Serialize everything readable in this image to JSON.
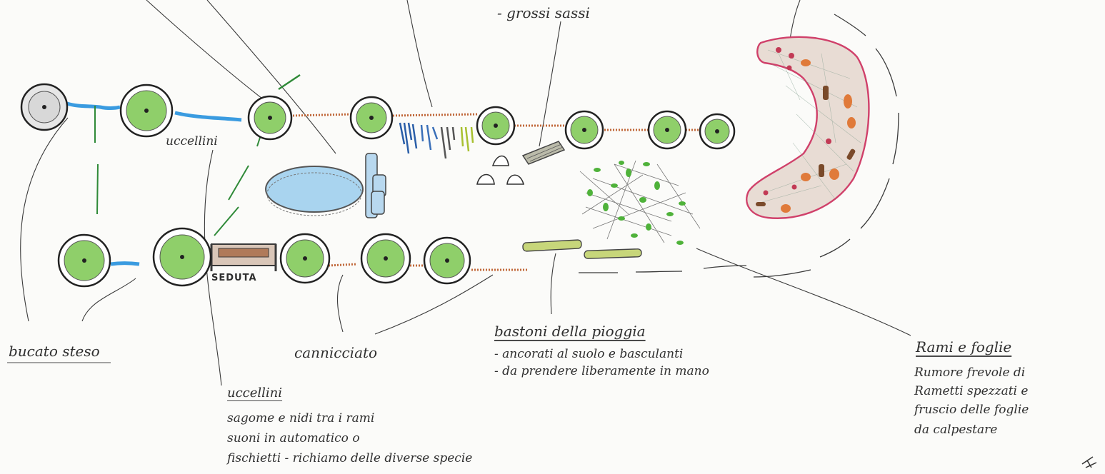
{
  "labels": {
    "grossi_sassi": "- grossi sassi",
    "uccellini_small": "uccellini",
    "seduta": "SEDUTA",
    "bucato_steso": "bucato steso",
    "cannicciato": "cannicciato",
    "bastoni_title": "bastoni della pioggia",
    "bastoni_line1": "- ancorati al suolo e basculanti",
    "bastoni_line2": "- da prendere liberamente in mano",
    "rami_title": "Rami e foglie",
    "rami_line1": "Rumore frevole di",
    "rami_line2": "Rametti spezzati e",
    "rami_line3": "fruscio delle foglie",
    "rami_line4": "da calpestare",
    "uccellini_title": "uccellini",
    "uccellini_line1": "sagome e nidi tra i rami",
    "uccellini_line2": "suoni in automatico o",
    "uccellini_line3": "fischietti - richiamo delle diverse specie"
  },
  "colors": {
    "tree_fill": "#8fcf6a",
    "water": "#3a9be0",
    "cane": "#c0683a",
    "pond": "#a9d4ef",
    "leaves_border": "#d0406a",
    "leaves_fill": "#e8dcd4"
  }
}
